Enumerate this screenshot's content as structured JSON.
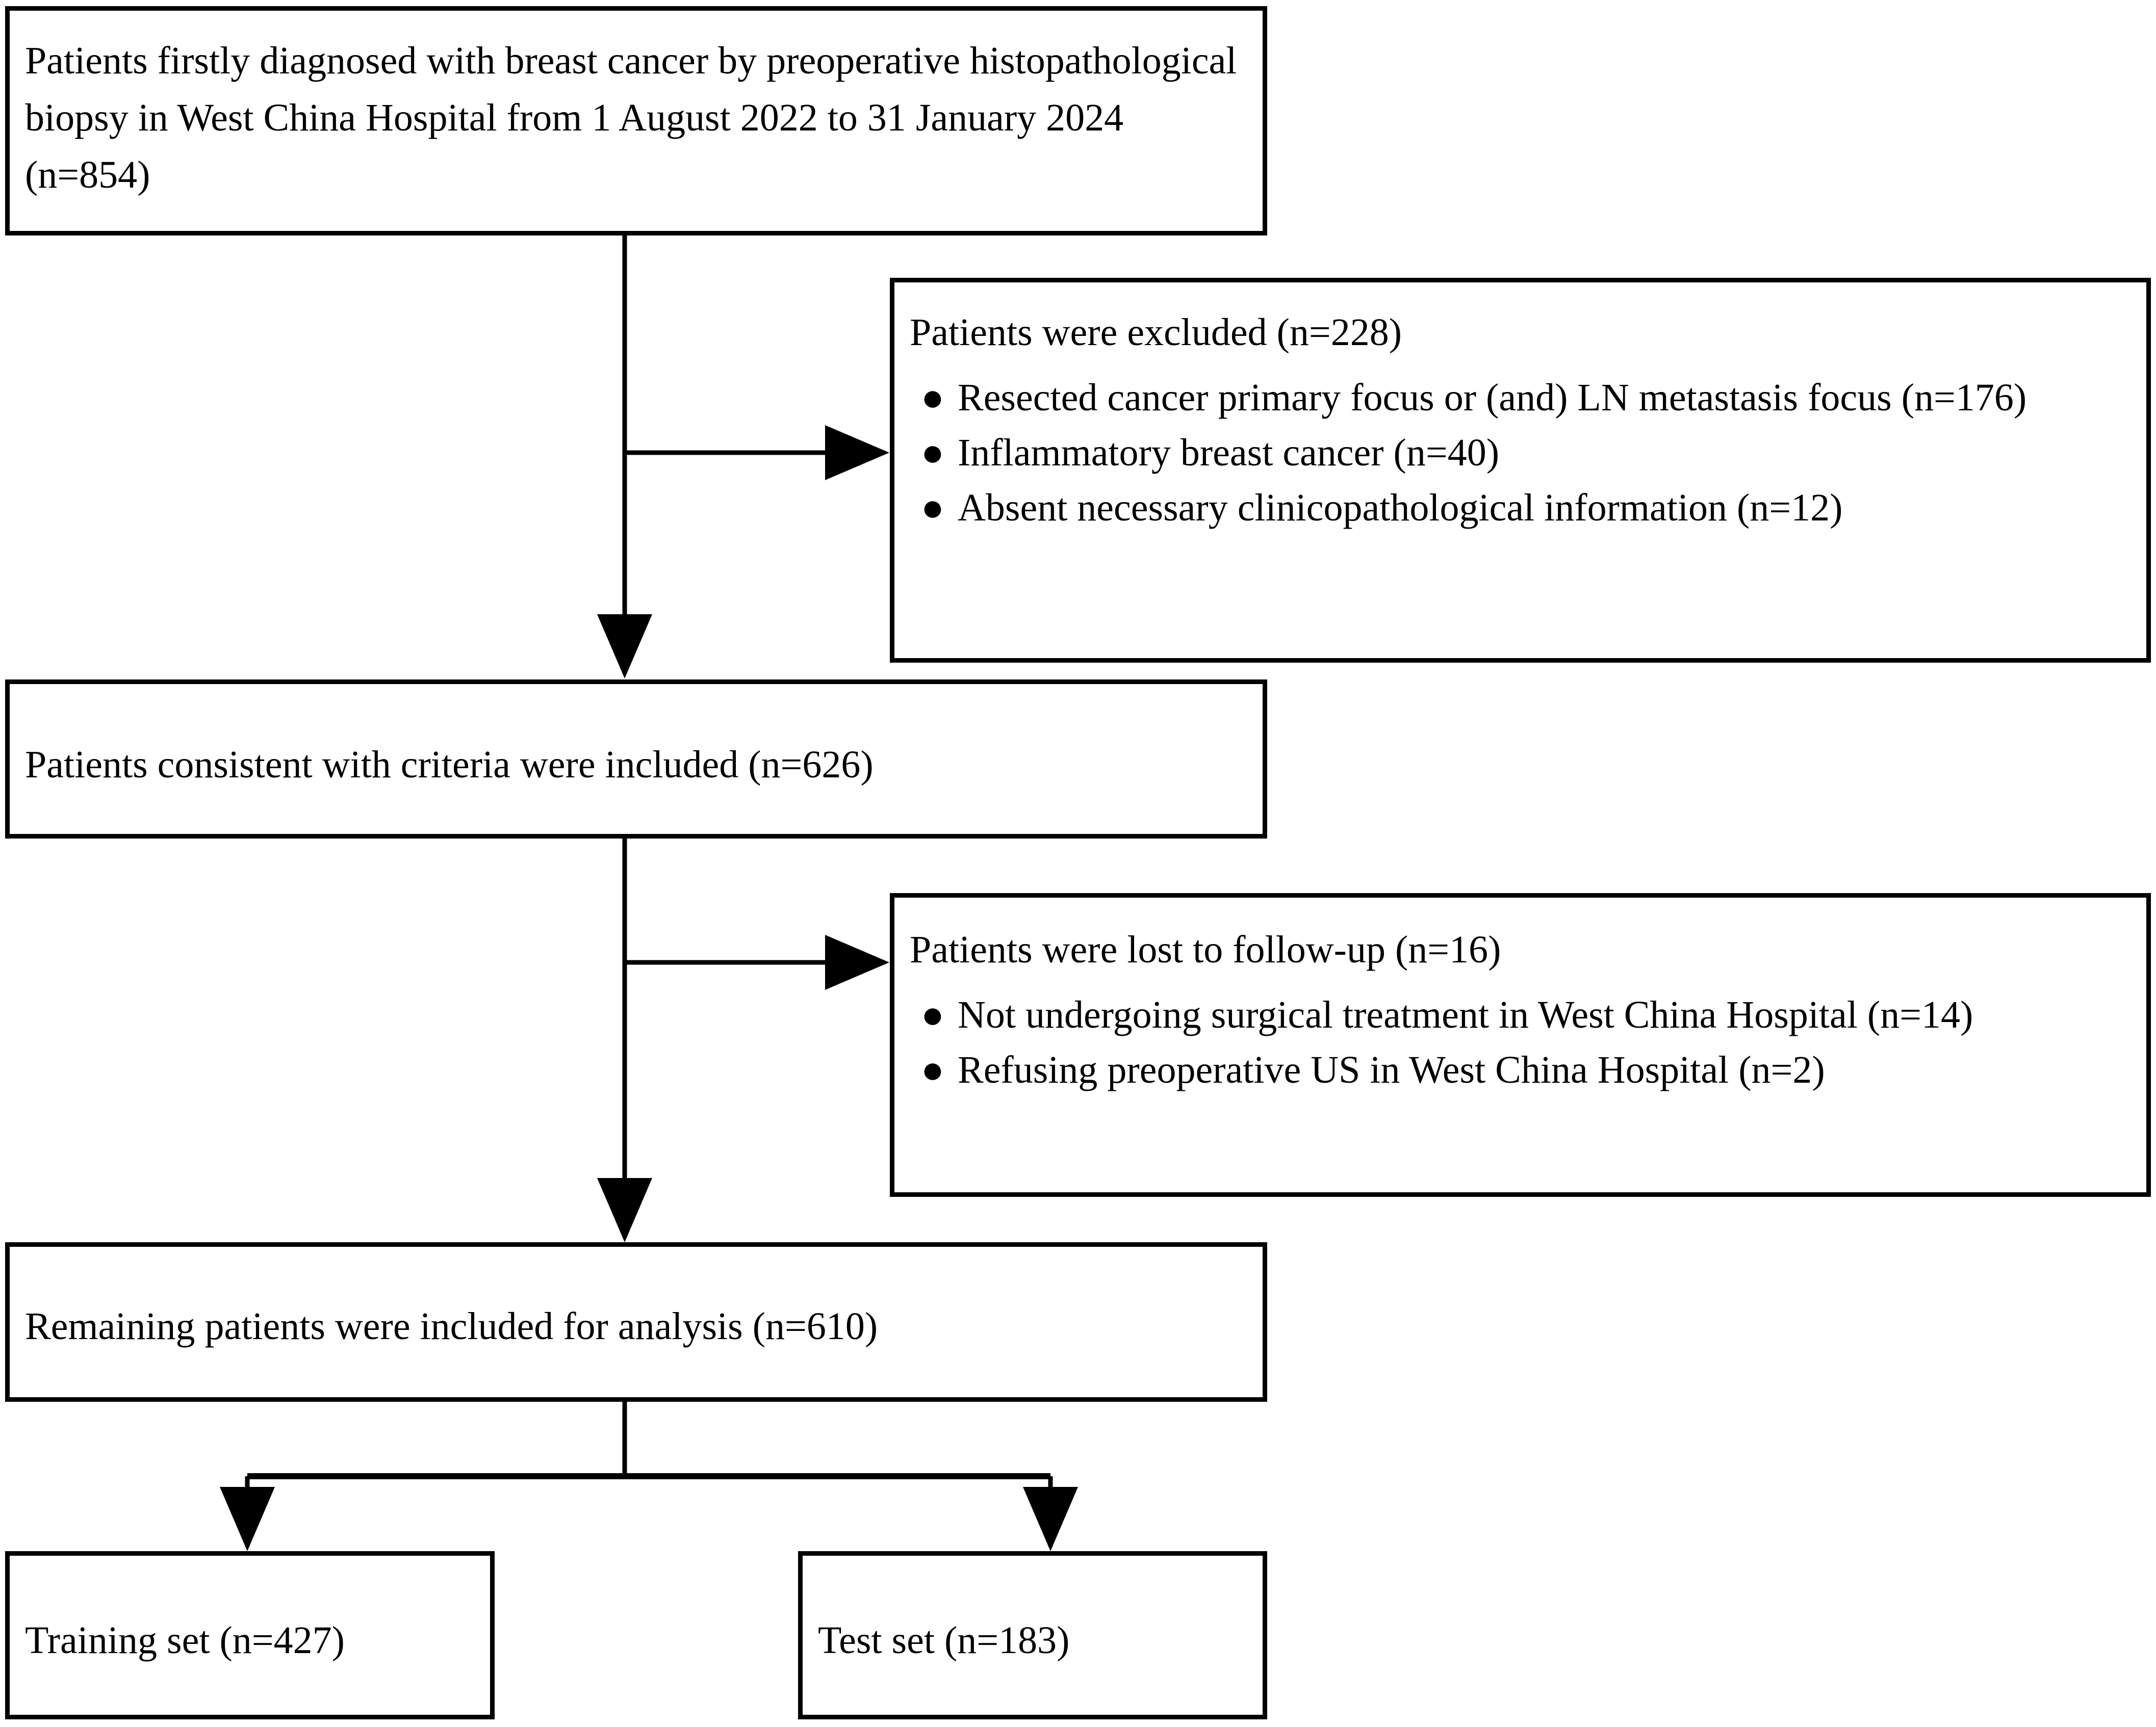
{
  "diagram": {
    "title": "Patient selection flowchart",
    "type": "flowchart",
    "line_color": "#000000",
    "box_fill": "#ffffff",
    "nodes": {
      "enrolled": {
        "text": "Patients firstly diagnosed with breast cancer by preoperative histopathological biopsy in West China Hospital from 1 August 2022 to 31 January 2024 (n=854)",
        "n": 854
      },
      "excluded": {
        "heading": "Patients were excluded (n=228)",
        "n": 228,
        "items": [
          {
            "label": "Resected cancer primary focus or (and) LN metastasis focus  (n=176)",
            "n": 176
          },
          {
            "label": "Inflammatory breast cancer (n=40)",
            "n": 40
          },
          {
            "label": "Absent necessary clinicopathological information (n=12)",
            "n": 12
          }
        ],
        "bullet": "●"
      },
      "included": {
        "text": "Patients consistent with criteria were included (n=626)",
        "n": 626
      },
      "lost": {
        "heading": "Patients were lost to follow-up (n=16)",
        "n": 16,
        "items": [
          {
            "label": "Not undergoing surgical treatment in West China Hospital (n=14)",
            "n": 14
          },
          {
            "label": "Refusing preoperative US in West China Hospital (n=2)",
            "n": 2
          }
        ],
        "bullet": "●"
      },
      "analysis": {
        "text": "Remaining patients were included for analysis (n=610)",
        "n": 610
      },
      "training": {
        "text": "Training set (n=427)",
        "n": 427
      },
      "test": {
        "text": "Test set (n=183)",
        "n": 183
      }
    }
  }
}
